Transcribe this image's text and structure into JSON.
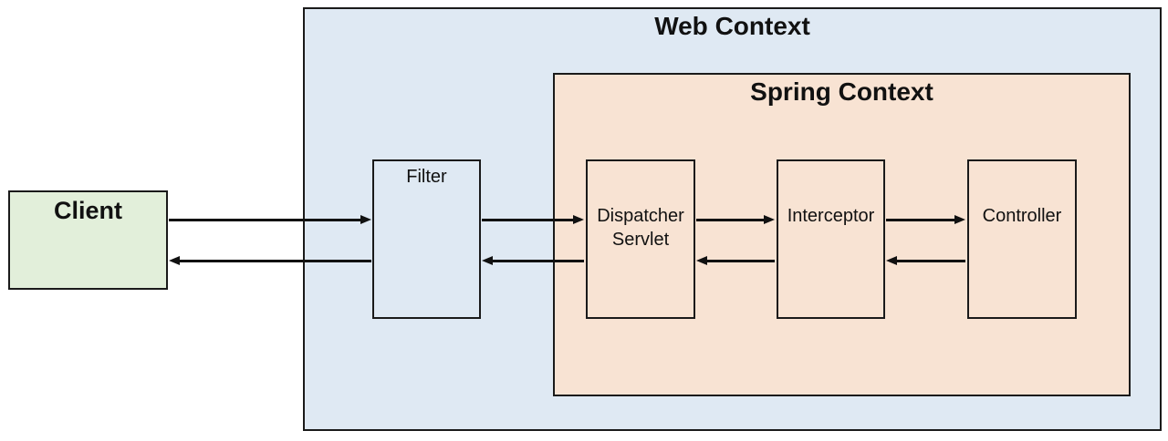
{
  "diagram": {
    "nodes": {
      "client": "Client",
      "web_context": "Web Context",
      "filter": "Filter",
      "spring_context": "Spring Context",
      "dispatcher_servlet": "Dispatcher Servlet",
      "interceptor": "Interceptor",
      "controller": "Controller"
    },
    "colors": {
      "client_fill": "#e2efda",
      "web_context_fill": "#dfe9f3",
      "spring_context_fill": "#f8e3d3",
      "border": "#1a1a1a",
      "arrow": "#111111"
    },
    "edges": [
      {
        "from": "Client",
        "to": "Filter",
        "direction": "right"
      },
      {
        "from": "Filter",
        "to": "Dispatcher Servlet",
        "direction": "right"
      },
      {
        "from": "Dispatcher Servlet",
        "to": "Interceptor",
        "direction": "right"
      },
      {
        "from": "Interceptor",
        "to": "Controller",
        "direction": "right"
      },
      {
        "from": "Controller",
        "to": "Interceptor",
        "direction": "left"
      },
      {
        "from": "Interceptor",
        "to": "Dispatcher Servlet",
        "direction": "left"
      },
      {
        "from": "Dispatcher Servlet",
        "to": "Filter",
        "direction": "left"
      },
      {
        "from": "Filter",
        "to": "Client",
        "direction": "left"
      }
    ]
  }
}
